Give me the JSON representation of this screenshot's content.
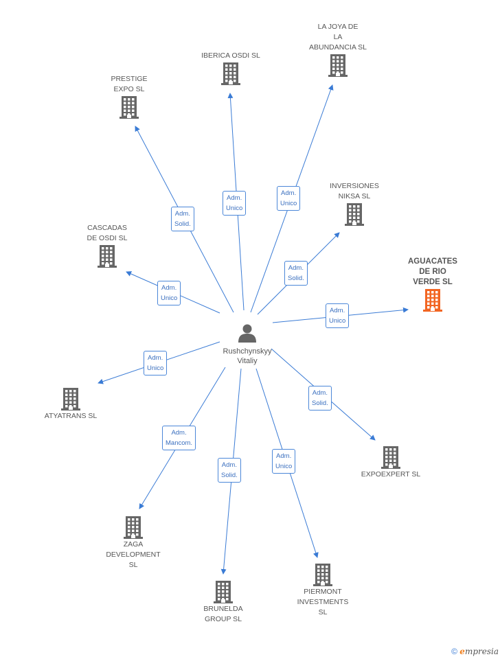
{
  "colors": {
    "edge": "#3a7bd5",
    "building": "#666666",
    "highlight_building": "#f26522",
    "person": "#555555"
  },
  "center": {
    "name": "Rushchynskyy\nVitaliy",
    "icon": "person-icon"
  },
  "companies": [
    {
      "id": "la-joya",
      "name": "LA JOYA DE\nLA\nABUNDANCIA SL",
      "role": "Adm.\nUnico",
      "highlight": false
    },
    {
      "id": "iberica-osdi",
      "name": "IBERICA OSDI SL",
      "role": "Adm.\nUnico",
      "highlight": false
    },
    {
      "id": "prestige-expo",
      "name": "PRESTIGE\nEXPO SL",
      "role": "Adm.\nSolid.",
      "highlight": false
    },
    {
      "id": "inversiones-niksa",
      "name": "INVERSIONES\nNIKSA SL",
      "role": "Adm.\nSolid.",
      "highlight": false
    },
    {
      "id": "cascadas-osdi",
      "name": "CASCADAS\nDE OSDI SL",
      "role": "Adm.\nUnico",
      "highlight": false
    },
    {
      "id": "aguacates",
      "name": "AGUACATES\nDE RIO\nVERDE SL",
      "role": "Adm.\nUnico",
      "highlight": true
    },
    {
      "id": "atyatrans",
      "name": "ATYATRANS SL",
      "role": "Adm.\nUnico",
      "highlight": false
    },
    {
      "id": "expoexpert",
      "name": "EXPOEXPERT SL",
      "role": "Adm.\nSolid.",
      "highlight": false
    },
    {
      "id": "zaga",
      "name": "ZAGA\nDEVELOPMENT\nSL",
      "role": "Adm.\nMancom.",
      "highlight": false
    },
    {
      "id": "brunelda",
      "name": "BRUNELDA\nGROUP SL",
      "role": "Adm.\nSolid.",
      "highlight": false
    },
    {
      "id": "piermont",
      "name": "PIERMONT\nINVESTMENTS\nSL",
      "role": "Adm.\nUnico",
      "highlight": false
    }
  ],
  "footer": {
    "copyright": "©",
    "brand_first": "e",
    "brand_rest": "mpresia"
  }
}
